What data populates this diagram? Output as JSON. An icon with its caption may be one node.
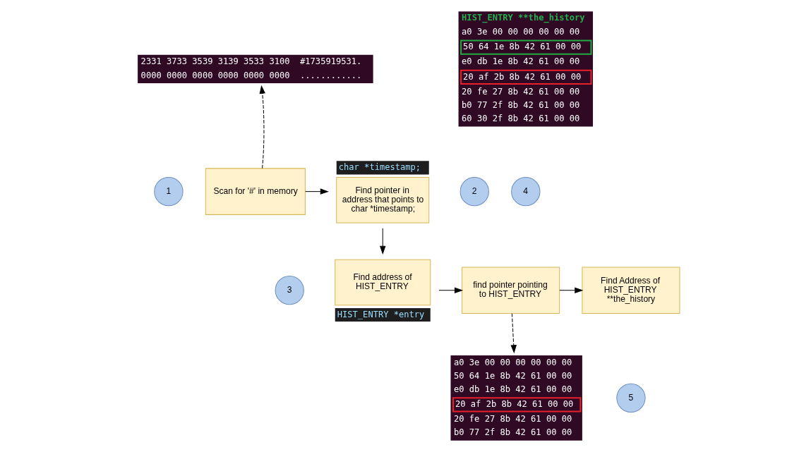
{
  "diagram": {
    "nodes": [
      {
        "text": [
          "2331 3733 3539 3139 3533 3100  #1735919531.",
          "0000 0000 0000 0000 0000 0000  ............"
        ]
      },
      {
        "text": [
          "1"
        ]
      },
      {
        "text": [
          "Scan for '#' in memory"
        ]
      },
      {
        "text": [
          "Find pointer in address that points to char *timestamp;"
        ],
        "beside": [
          "char *timestamp;"
        ]
      },
      {
        "text": [
          "2"
        ]
      },
      {
        "text": [
          "3"
        ]
      },
      {
        "text": [
          "Find address of HIST_ENTRY"
        ],
        "beside": [
          "HIST_ENTRY *entry"
        ]
      },
      {
        "text": [
          "find pointer pointing to HIST_ENTRY"
        ]
      },
      {
        "text": [
          "4"
        ]
      },
      {
        "text": [
          "Find Address of HIST_ENTRY **the_history"
        ]
      },
      {
        "text": [
          "HIST_ENTRY **the_history",
          "a0 3e 00 00 00 00 00 00",
          "50 64 1e 8b 42 61 00 00",
          "e0 db 1e 8b 42 61 00 00",
          "20 af 2b 8b 42 61 00 00",
          "20 fe 27 8b 42 61 00 00",
          "b0 77 2f 8b 42 61 00 00",
          "60 30 2f 8b 42 61 00 00"
        ]
      },
      {
        "text": [
          "5"
        ]
      },
      {
        "text": [
          "a0 3e 00 00 00 00 00 00",
          "50 64 1e 8b 42 61 00 00",
          "e0 db 1e 8b 42 61 00 00",
          "20 af 2b 8b 42 61 00 00",
          "20 fe 27 8b 42 61 00 00",
          "b0 77 2f 8b 42 61 00 00"
        ]
      }
    ],
    "edges": [
      {
        "from": 2,
        "to": 0,
        "arrow": "to",
        "style": "dashed"
      },
      {
        "from": 2,
        "to": 3,
        "arrow": "to"
      },
      {
        "from": 3,
        "to": 6,
        "arrow": "to"
      },
      {
        "from": 6,
        "to": 7,
        "arrow": "to"
      },
      {
        "from": 7,
        "to": 9,
        "arrow": "to"
      },
      {
        "from": 7,
        "to": 12,
        "arrow": "to",
        "style": "dashed"
      }
    ]
  }
}
